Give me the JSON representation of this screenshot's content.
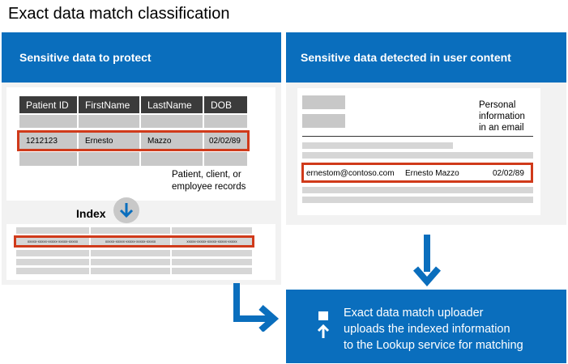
{
  "title": "Exact data match classification",
  "left_panel": {
    "header": "Sensitive data to protect",
    "table": {
      "headers": [
        "Patient ID",
        "FirstName",
        "LastName",
        "DOB"
      ],
      "highlighted_row": [
        "1212123",
        "Ernesto",
        "Mazzo",
        "02/02/89"
      ]
    },
    "caption": [
      "Patient, client, or",
      "employee records"
    ]
  },
  "index": {
    "label": "Index",
    "hashed_row": [
      "xxxxx-xxxxx-xxxxx-xxxxx-xxxxx",
      "xxxxx-xxxxx-xxxxx-xxxxx-xxxxx",
      "xxxxx-xxxxx-xxxxx-xxxxx-xxxxx"
    ]
  },
  "right_panel": {
    "header": "Sensitive data detected in user content",
    "caption": [
      "Personal",
      "information",
      "in an email"
    ],
    "detected": {
      "email": "ernestom@contoso.com",
      "name": "Ernesto Mazzo",
      "date": "02/02/89"
    }
  },
  "uploader": {
    "lines": [
      "Exact data match uploader",
      "uploads the indexed information",
      "to the Lookup service for matching"
    ]
  },
  "colors": {
    "brand_blue": "#0a6ebd",
    "highlight_red": "#d03a1a",
    "header_dark": "#3b3b3b",
    "panel_bg": "#f2f2f2"
  },
  "icons": [
    "arrow-down-icon",
    "upload-icon"
  ]
}
